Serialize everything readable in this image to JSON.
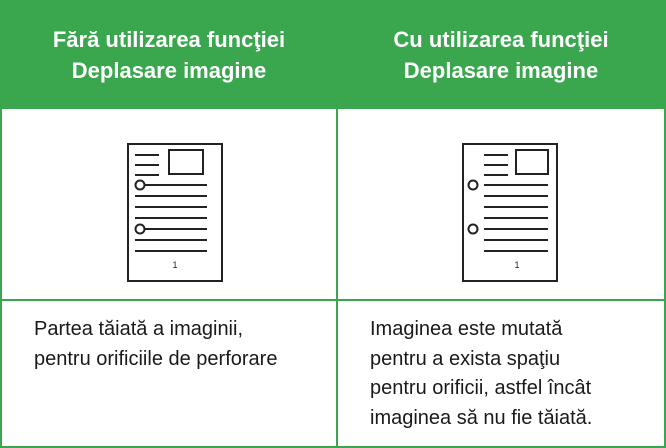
{
  "colors": {
    "header_bg": "#3aa74f",
    "header_text": "#ffffff",
    "border": "#3aa74f",
    "body_text": "#1a1a1a"
  },
  "columns": [
    {
      "header": [
        "Fără utilizarea funcţiei",
        "Deplasare imagine"
      ],
      "page_number": "1",
      "description": [
        "Partea tăiată a imaginii,",
        "pentru orificiile de perforare"
      ]
    },
    {
      "header": [
        "Cu utilizarea funcţiei",
        "Deplasare imagine"
      ],
      "page_number": "1",
      "description": [
        "Imaginea este mutată",
        "pentru a exista spaţiu",
        "pentru orificii, astfel încât",
        "imaginea să nu fie tăiată."
      ]
    }
  ]
}
